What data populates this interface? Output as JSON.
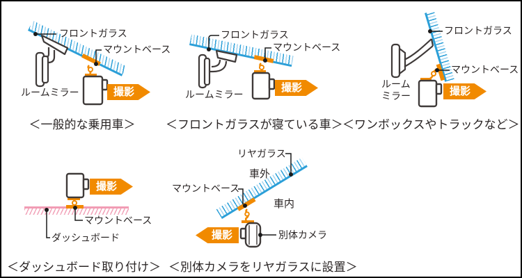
{
  "arrow_label": "撮影",
  "colors": {
    "glass_blue": "#2B9FD8",
    "glass_blue_light": "#A6D6F0",
    "accent_orange": "#F18A00",
    "dashboard_pink": "#F19CB4",
    "outline": "#3F3A39",
    "text": "#2A2525"
  },
  "diagrams": {
    "d1": {
      "caption": "＜一般的な乗用車＞",
      "windshield": "フロントガラス",
      "mount_base": "マウントベース",
      "room_mirror": "ルームミラー"
    },
    "d2": {
      "caption": "＜フロントガラスが寝ている車＞",
      "windshield": "フロントガラス",
      "mount_base": "マウントベース",
      "room_mirror": "ルームミラー"
    },
    "d3": {
      "caption": "＜ワンボックスやトラックなど＞",
      "windshield": "フロントガラス",
      "mount_base": "マウントベース",
      "room_mirror": "ルーム\nミラー"
    },
    "d4": {
      "caption": "＜ダッシュボード取り付け＞",
      "mount_base": "マウントベース",
      "dashboard": "ダッシュボード"
    },
    "d5": {
      "caption": "＜別体カメラをリヤガラスに設置＞",
      "rear_glass": "リヤガラス",
      "outside": "車外",
      "inside": "車内",
      "mount_base": "マウントベース",
      "separate_camera": "別体カメラ"
    }
  }
}
